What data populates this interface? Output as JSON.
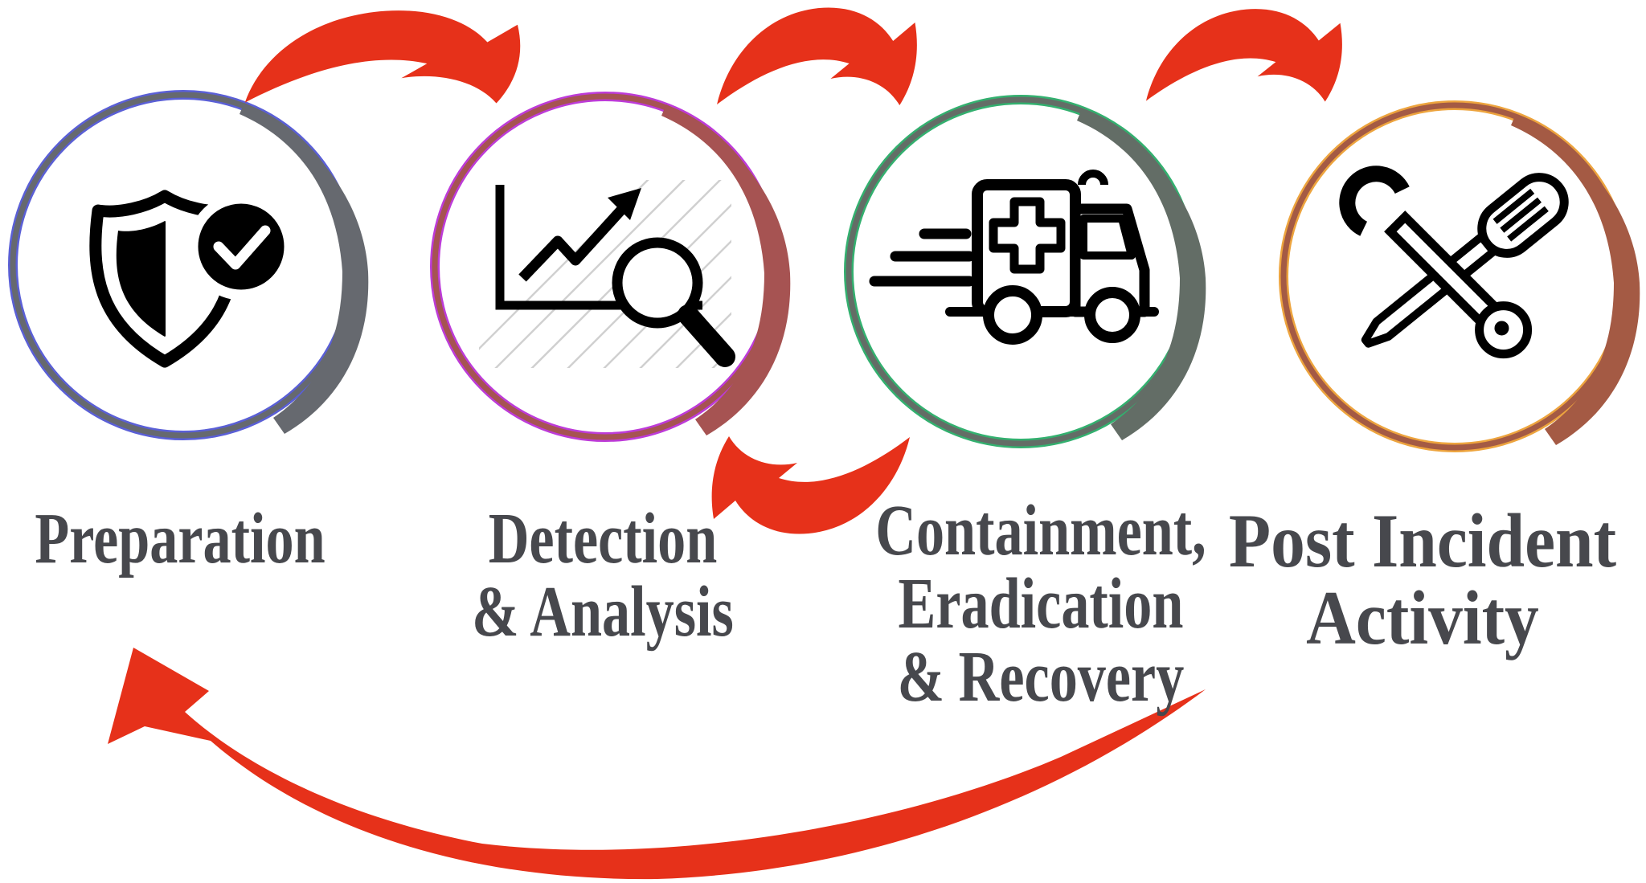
{
  "diagram_type": "incident-response-lifecycle",
  "stages": [
    {
      "id": "preparation",
      "label": "Preparation",
      "label_lines": [
        "Preparation"
      ],
      "icon": "shield-check-icon",
      "ring_color": "#66696F",
      "ring_edge_color": "#5A5FD6"
    },
    {
      "id": "detection-analysis",
      "label": "Detection & Analysis",
      "label_lines": [
        "Detection",
        "& Analysis"
      ],
      "icon": "chart-magnifier-icon",
      "ring_color": "#A65352",
      "ring_edge_color": "#BD3BD8"
    },
    {
      "id": "containment-eradication-recovery",
      "label": "Containment, Eradication & Recovery",
      "label_lines": [
        "Containment,",
        "Eradication",
        "& Recovery"
      ],
      "icon": "ambulance-icon",
      "ring_color": "#636D66",
      "ring_edge_color": "#33B06F"
    },
    {
      "id": "post-incident-activity",
      "label": "Post Incident Activity",
      "label_lines": [
        "Post Incident",
        "Activity"
      ],
      "icon": "wrench-screwdriver-icon",
      "ring_color": "#A45A44",
      "ring_edge_color": "#EDA43E"
    }
  ],
  "arrows": [
    {
      "name": "flow-arrow-1-2",
      "from": "preparation",
      "to": "detection-analysis",
      "direction": "forward"
    },
    {
      "name": "flow-arrow-2-3",
      "from": "detection-analysis",
      "to": "containment-eradication-recovery",
      "direction": "forward"
    },
    {
      "name": "flow-arrow-3-4",
      "from": "containment-eradication-recovery",
      "to": "post-incident-activity",
      "direction": "forward"
    },
    {
      "name": "return-arrow-3-2",
      "from": "containment-eradication-recovery",
      "to": "detection-analysis",
      "direction": "back"
    },
    {
      "name": "return-arrow-4-1",
      "from": "post-incident-activity",
      "to": "preparation",
      "direction": "back"
    }
  ],
  "colors": {
    "arrow_red": "#E6311A",
    "text": "#47484D",
    "icon_black": "#000000",
    "hatch_gray": "#D0D0D0",
    "background": "#FFFFFF"
  }
}
